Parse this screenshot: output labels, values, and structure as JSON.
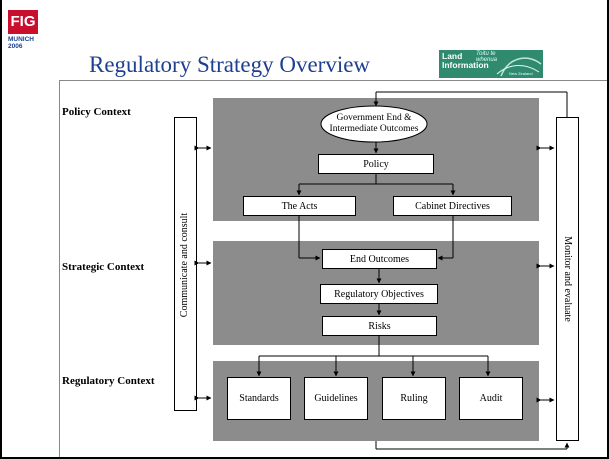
{
  "title": "Regulatory Strategy Overview",
  "logos": {
    "fig": {
      "text": "FIG",
      "city": "MUNICH",
      "year": "2006"
    },
    "linz": {
      "line1": "Land",
      "line2": "Information",
      "maori1": "Toitu te",
      "maori2": "whenua",
      "country": "New Zealand"
    }
  },
  "contexts": {
    "policy": "Policy Context",
    "strategic": "Strategic Context",
    "regulatory": "Regulatory Context"
  },
  "side_bars": {
    "left": "Communicate and consult",
    "right": "Monitor and evaluate"
  },
  "nodes": {
    "government": "Government End & Intermediate Outcomes",
    "policy": "Policy",
    "acts": "The Acts",
    "cabinet": "Cabinet Directives",
    "end_outcomes": "End Outcomes",
    "reg_objectives": "Regulatory Objectives",
    "risks": "Risks",
    "standards": "Standards",
    "guidelines": "Guidelines",
    "ruling": "Ruling",
    "audit": "Audit"
  },
  "colors": {
    "title": "#1f3f8f",
    "band": "#8c8c8c",
    "fig_red": "#c8102e",
    "linz_green": "#2f8a6e"
  }
}
